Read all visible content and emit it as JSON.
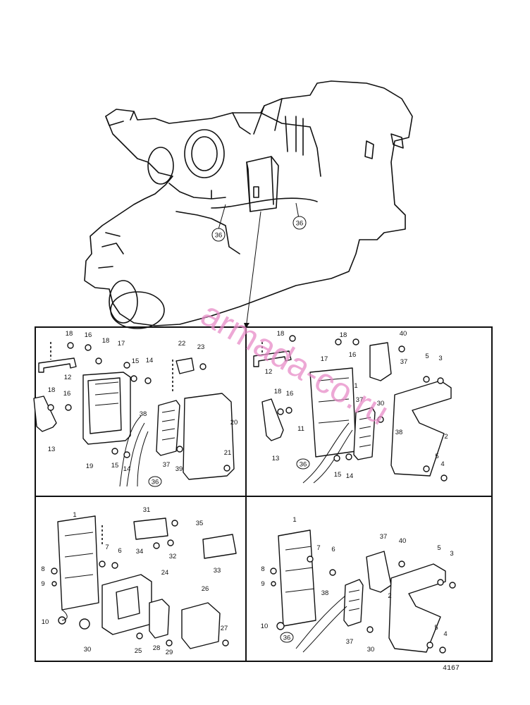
{
  "watermark": "armada-co.ru",
  "figure_number": "4167",
  "engine_callouts": [
    "36",
    "36"
  ],
  "panels": [
    {
      "id": "top-left",
      "labels": [
        "18",
        "16",
        "18",
        "17",
        "15",
        "14",
        "22",
        "23",
        "12",
        "19",
        "18",
        "16",
        "13",
        "38",
        "20",
        "15",
        "14",
        "37",
        "39",
        "21",
        "36"
      ]
    },
    {
      "id": "top-right",
      "labels": [
        "18",
        "17",
        "18",
        "16",
        "40",
        "12",
        "37",
        "1",
        "5",
        "3",
        "18",
        "16",
        "37",
        "30",
        "11",
        "38",
        "2",
        "13",
        "15",
        "14",
        "36",
        "5",
        "4"
      ]
    },
    {
      "id": "bottom-left",
      "labels": [
        "1",
        "31",
        "35",
        "7",
        "6",
        "34",
        "32",
        "8",
        "33",
        "9",
        "24",
        "26",
        "10",
        "30",
        "28",
        "29",
        "25",
        "27"
      ]
    },
    {
      "id": "bottom-right",
      "labels": [
        "1",
        "37",
        "7",
        "6",
        "40",
        "5",
        "3",
        "8",
        "9",
        "38",
        "2",
        "10",
        "36",
        "37",
        "30",
        "5",
        "4"
      ]
    }
  ]
}
